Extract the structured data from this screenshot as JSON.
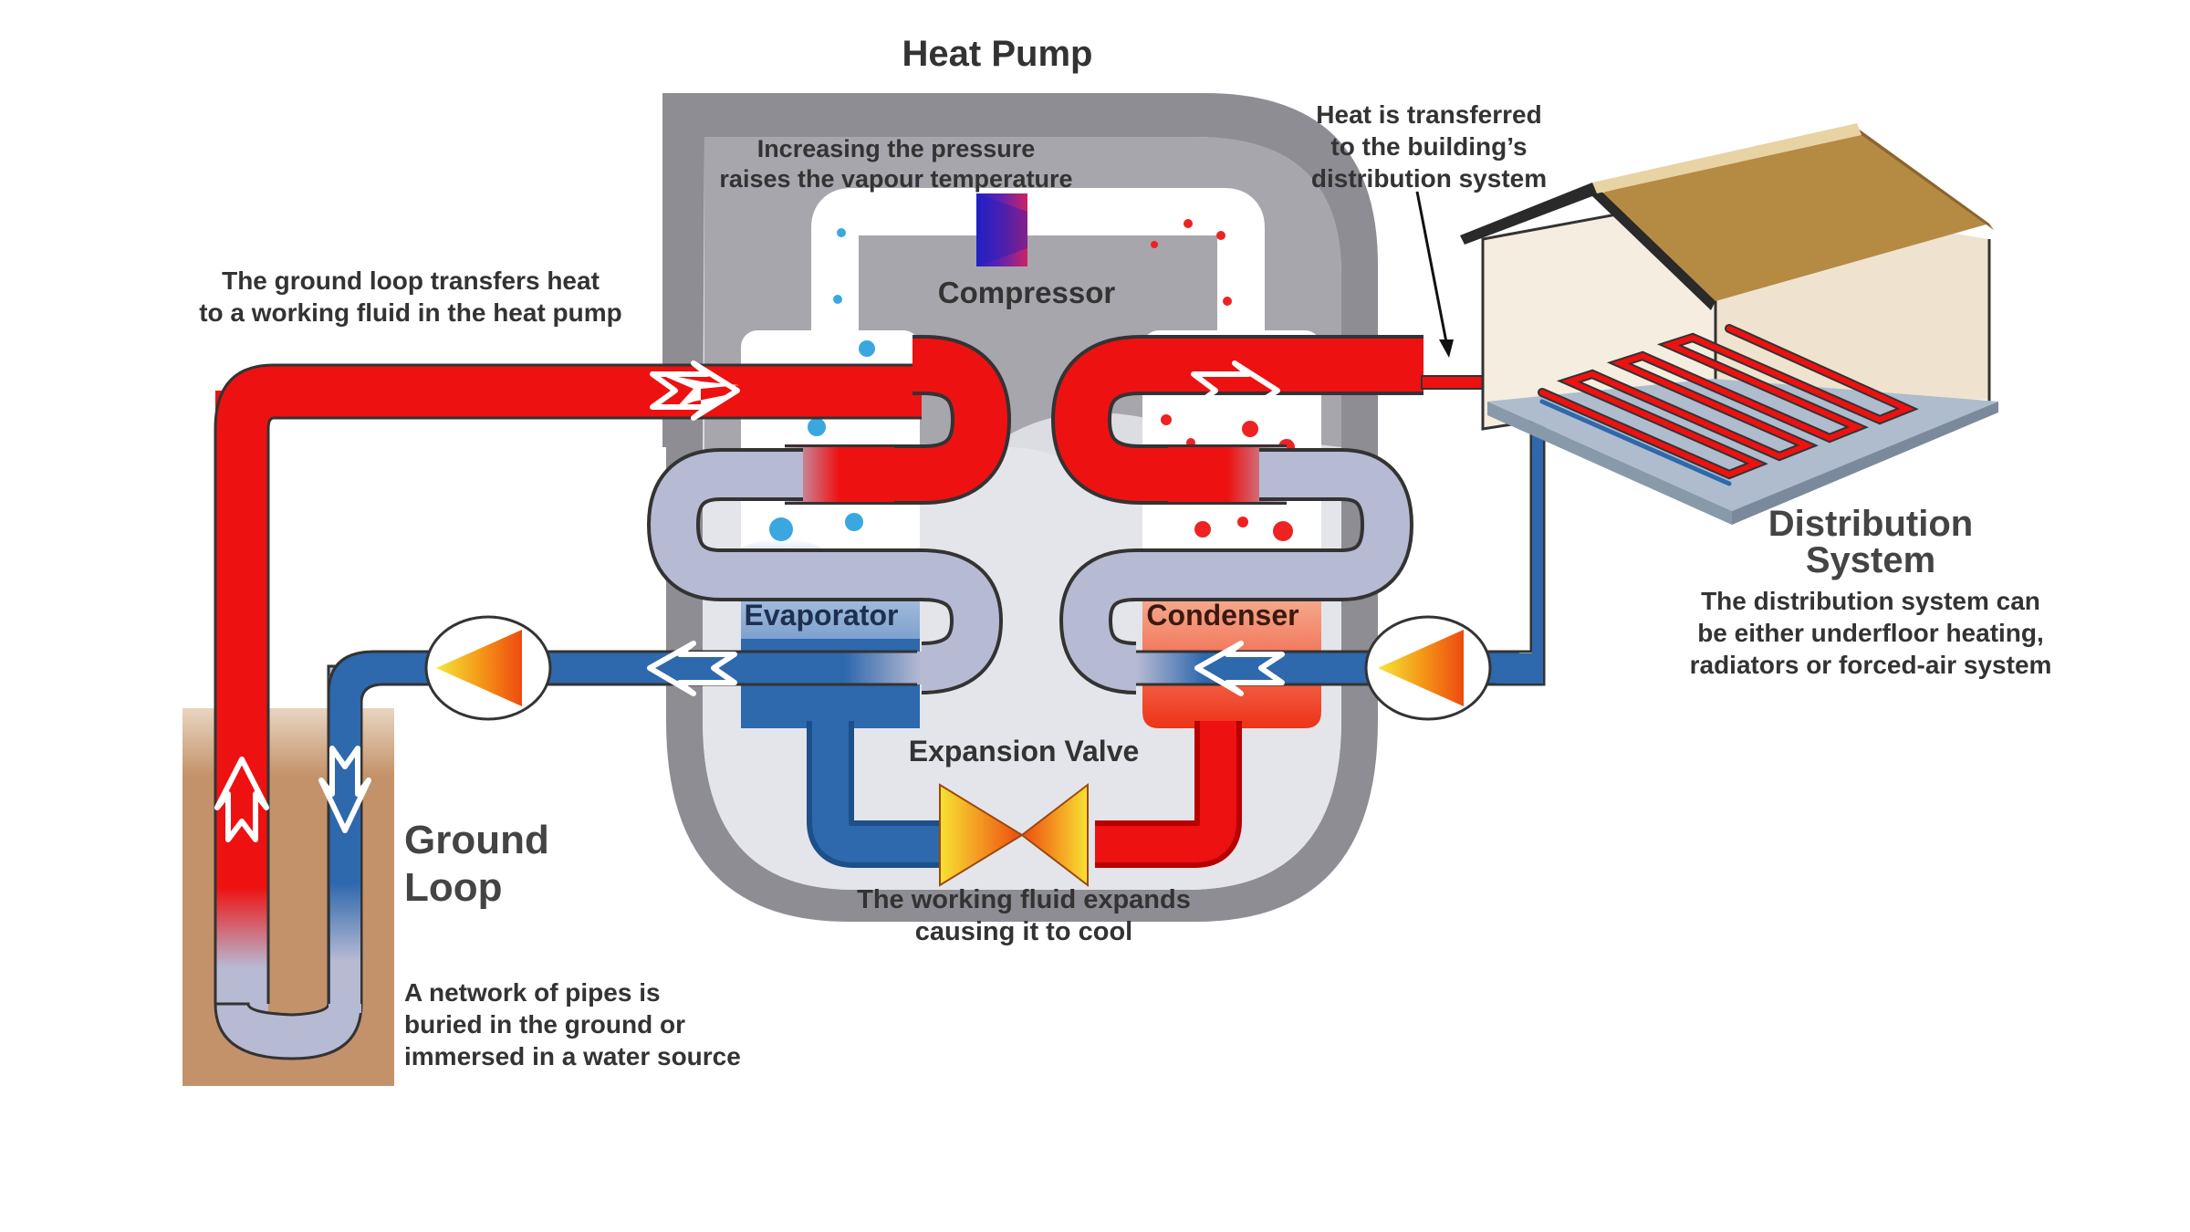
{
  "title": "Heat Pump",
  "labels": {
    "compressor": "Compressor",
    "compressor_note_1": "Increasing the pressure",
    "compressor_note_2": "raises the vapour temperature",
    "evaporator": "Evaporator",
    "condenser": "Condenser",
    "expansion_valve": "Expansion Valve",
    "expansion_note_1": "The working fluid expands",
    "expansion_note_2": "causing it to cool",
    "ground_loop_note_1": "The ground loop transfers heat",
    "ground_loop_note_2": "to a working fluid in the heat pump",
    "transfer_note_1": "Heat is transferred",
    "transfer_note_2": "to the building’s",
    "transfer_note_3": "distribution system",
    "ground_loop_1": "Ground",
    "ground_loop_2": "Loop",
    "ground_desc_1": "A network of pipes is",
    "ground_desc_2": "buried in the ground or",
    "ground_desc_3": "immersed in a water source",
    "distribution_1": "Distribution",
    "distribution_2": "System",
    "distribution_desc_1": "The distribution system can",
    "distribution_desc_2": "be either underfloor heating,",
    "distribution_desc_3": "radiators or forced-air system"
  },
  "colors": {
    "hot": "#ee1111",
    "cold": "#2e68ad",
    "neutral": "#b7bad3",
    "housing_outer": "#8f8d94",
    "housing_inner": "#dcdde3",
    "ground": "#c4926a",
    "roof": "#b58a43",
    "text": "#333333"
  }
}
